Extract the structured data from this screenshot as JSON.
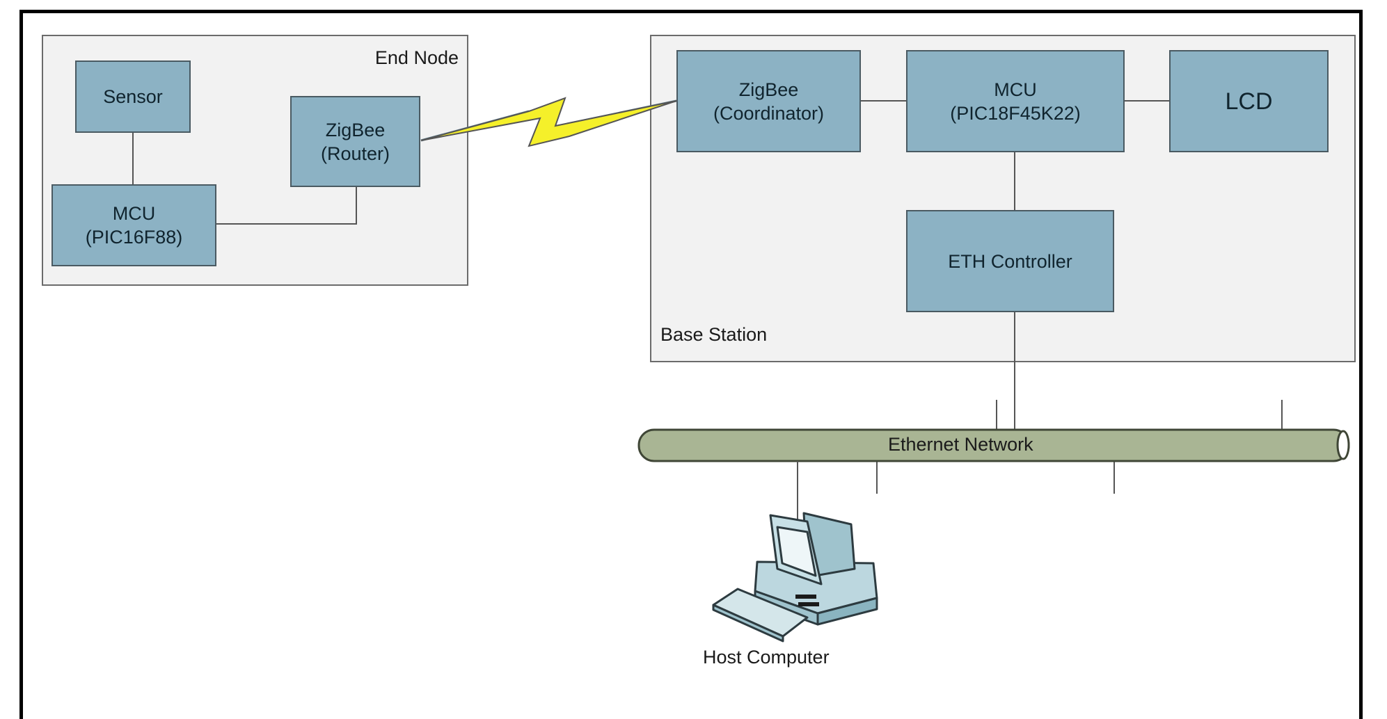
{
  "diagram": {
    "groups": {
      "end_node": {
        "label": "End Node"
      },
      "base_station": {
        "label": "Base Station"
      }
    },
    "blocks": {
      "sensor": {
        "line1": "Sensor"
      },
      "zigbee_router": {
        "line1": "ZigBee",
        "line2": "(Router)"
      },
      "mcu_end": {
        "line1": "MCU",
        "line2": "(PIC16F88)"
      },
      "zigbee_coordinator": {
        "line1": "ZigBee",
        "line2": "(Coordinator)"
      },
      "mcu_base": {
        "line1": "MCU",
        "line2": "(PIC18F45K22)"
      },
      "lcd": {
        "line1": "LCD"
      },
      "eth_controller": {
        "line1": "ETH Controller"
      }
    },
    "network": {
      "label": "Ethernet Network"
    },
    "host": {
      "label": "Host Computer"
    },
    "links": [
      [
        "Sensor",
        "MCU (PIC16F88)"
      ],
      [
        "MCU (PIC16F88)",
        "ZigBee (Router)"
      ],
      [
        "ZigBee (Router)",
        "ZigBee (Coordinator)",
        "wireless"
      ],
      [
        "ZigBee (Coordinator)",
        "MCU (PIC18F45K22)"
      ],
      [
        "MCU (PIC18F45K22)",
        "LCD"
      ],
      [
        "MCU (PIC18F45K22)",
        "ETH Controller"
      ],
      [
        "ETH Controller",
        "Ethernet Network"
      ],
      [
        "Ethernet Network",
        "Host Computer"
      ]
    ],
    "colors": {
      "block_fill": "#8cb2c4",
      "group_fill": "#f2f2f2",
      "pipe_fill": "#a9b594",
      "lightning": "#f5f02a"
    }
  }
}
